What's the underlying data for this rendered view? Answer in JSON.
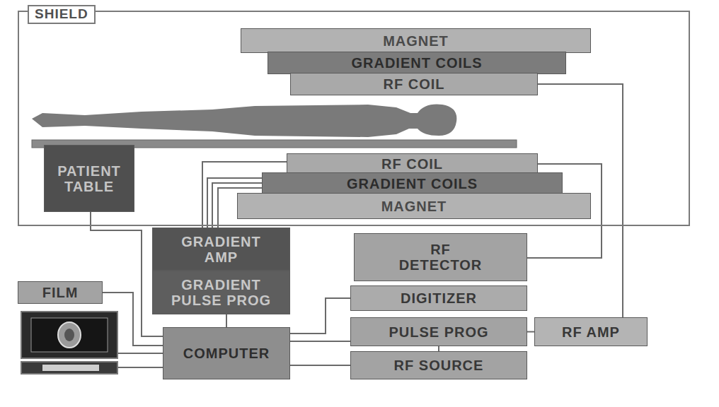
{
  "diagram": {
    "nodes": [
      {
        "text": [
          "SHIELD"
        ]
      },
      {
        "text": [
          "MAGNET"
        ],
        "in": 0
      },
      {
        "text": [
          "GRADIENT COILS"
        ],
        "in": 0
      },
      {
        "text": [
          "RF COIL"
        ],
        "in": 0
      },
      {
        "text": [
          "PATIENT TABLE"
        ],
        "in": 0
      },
      {
        "text": [
          "RF COIL"
        ],
        "in": 0
      },
      {
        "text": [
          "GRADIENT COILS"
        ],
        "in": 0
      },
      {
        "text": [
          "MAGNET"
        ],
        "in": 0
      },
      {
        "text": [
          "GRADIENT AMP"
        ]
      },
      {
        "text": [
          "GRADIENT PULSE PROG"
        ]
      },
      {
        "text": [
          "RF DETECTOR"
        ]
      },
      {
        "text": [
          "FILM"
        ]
      },
      {
        "text": [
          "DIGITIZER"
        ]
      },
      {
        "text": [
          "PULSE PROG"
        ]
      },
      {
        "text": [
          "RF AMP"
        ]
      },
      {
        "text": [
          "COMPUTER"
        ]
      },
      {
        "text": [
          "RF SOURCE"
        ]
      }
    ],
    "edges": [
      {
        "from": 3,
        "to": 14,
        "arrow": "none"
      },
      {
        "from": 5,
        "to": 10,
        "arrow": "none"
      },
      {
        "from": 6,
        "to": 8,
        "arrow": "none"
      },
      {
        "from": 4,
        "to": 15,
        "arrow": "none"
      },
      {
        "from": 9,
        "to": 15,
        "arrow": "none"
      },
      {
        "from": 11,
        "to": 15,
        "arrow": "none"
      },
      {
        "from": 12,
        "to": 15,
        "arrow": "none"
      },
      {
        "from": 13,
        "to": 15,
        "arrow": "none"
      },
      {
        "from": 16,
        "to": 15,
        "arrow": "none"
      },
      {
        "from": 13,
        "to": 14,
        "arrow": "none"
      },
      {
        "from": 13,
        "to": 16,
        "arrow": "none"
      }
    ]
  }
}
